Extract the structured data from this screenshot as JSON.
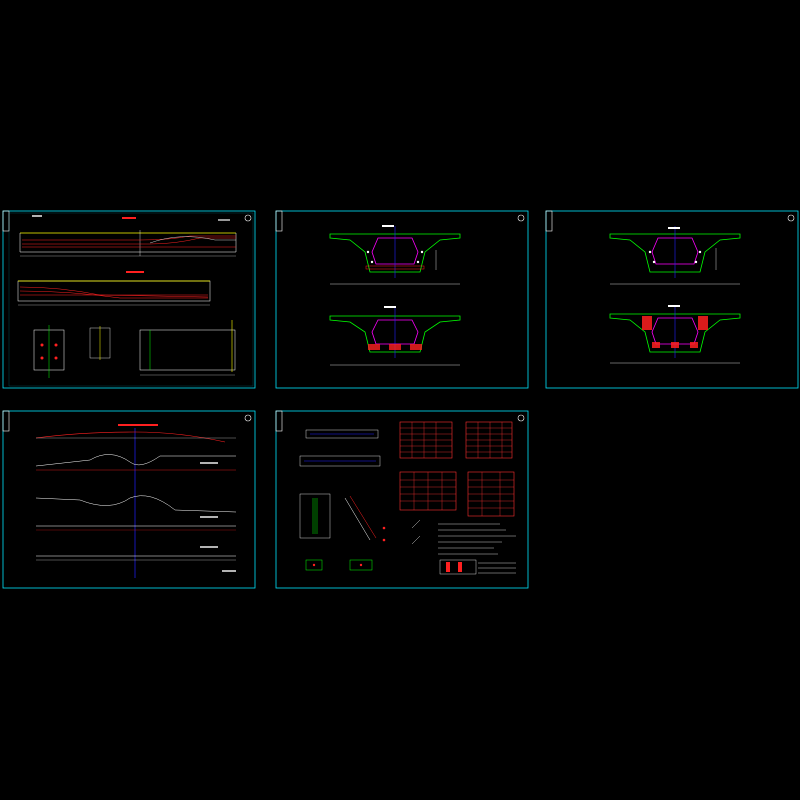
{
  "drawing": {
    "sheet_count": 5,
    "colors": {
      "background": "#000000",
      "frame": "#00e5ff",
      "outline": "#ffffff",
      "concrete": "#00ff00",
      "tendon": "#ff2020",
      "duct": "#ff00ff",
      "axis": "#2020ff",
      "deck": "#ffff00",
      "table_border": "#ff3030"
    },
    "icons": [
      "title-block-tab",
      "corner-circle-mark"
    ]
  }
}
